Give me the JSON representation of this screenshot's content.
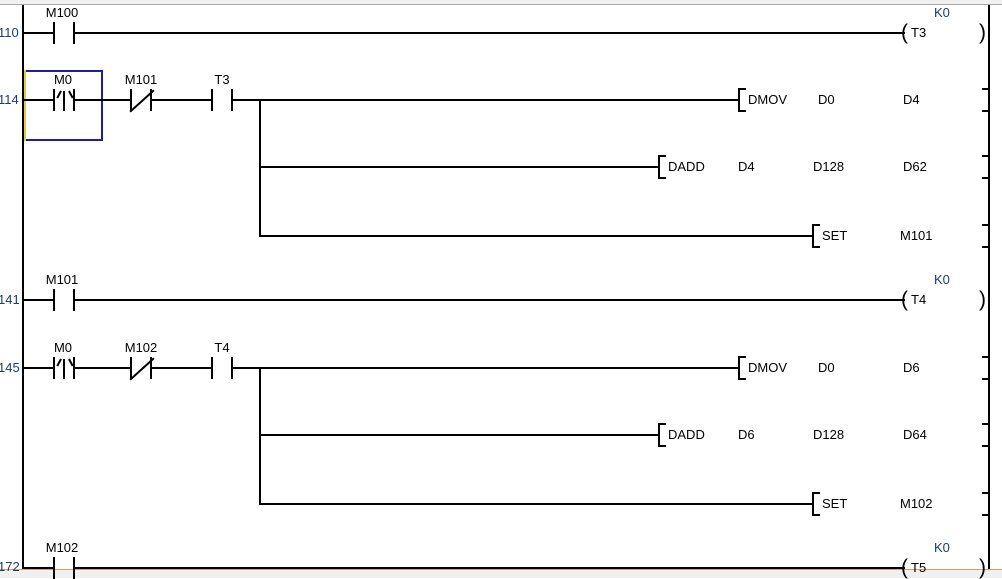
{
  "app": {
    "type": "plc-ladder-logic-editor",
    "colors": {
      "rail": "#000000",
      "step_number": "#1a3c6e",
      "selection_border": "#1f1f9e",
      "selection_accent": "#e8c84a",
      "preset_value": "#1a3c6e",
      "background": "#ffffff",
      "chrome": "#f0f0f0"
    }
  },
  "rungs": [
    {
      "step": "110",
      "contacts": [
        {
          "device": "M100",
          "kind": "no"
        }
      ],
      "coil": {
        "device": "T3",
        "preset": "K0"
      }
    },
    {
      "step": "114",
      "contacts": [
        {
          "device": "M0",
          "kind": "rising-edge"
        },
        {
          "device": "M101",
          "kind": "nc"
        },
        {
          "device": "T3",
          "kind": "no"
        }
      ],
      "instructions": [
        {
          "mnemonic": "DMOV",
          "operands": [
            "D0",
            "D4"
          ]
        },
        {
          "mnemonic": "DADD",
          "operands": [
            "D4",
            "D128",
            "D62"
          ]
        },
        {
          "mnemonic": "SET",
          "operands": [
            "M101"
          ]
        }
      ]
    },
    {
      "step": "141",
      "contacts": [
        {
          "device": "M101",
          "kind": "no"
        }
      ],
      "coil": {
        "device": "T4",
        "preset": "K0"
      }
    },
    {
      "step": "145",
      "contacts": [
        {
          "device": "M0",
          "kind": "rising-edge"
        },
        {
          "device": "M102",
          "kind": "nc"
        },
        {
          "device": "T4",
          "kind": "no"
        }
      ],
      "instructions": [
        {
          "mnemonic": "DMOV",
          "operands": [
            "D0",
            "D6"
          ]
        },
        {
          "mnemonic": "DADD",
          "operands": [
            "D6",
            "D128",
            "D64"
          ]
        },
        {
          "mnemonic": "SET",
          "operands": [
            "M102"
          ]
        }
      ]
    },
    {
      "step": "172",
      "contacts": [
        {
          "device": "M102",
          "kind": "no"
        }
      ],
      "coil": {
        "device": "T5",
        "preset": "K0"
      }
    }
  ],
  "selection": {
    "target_device": "M0",
    "target_step": "114"
  }
}
